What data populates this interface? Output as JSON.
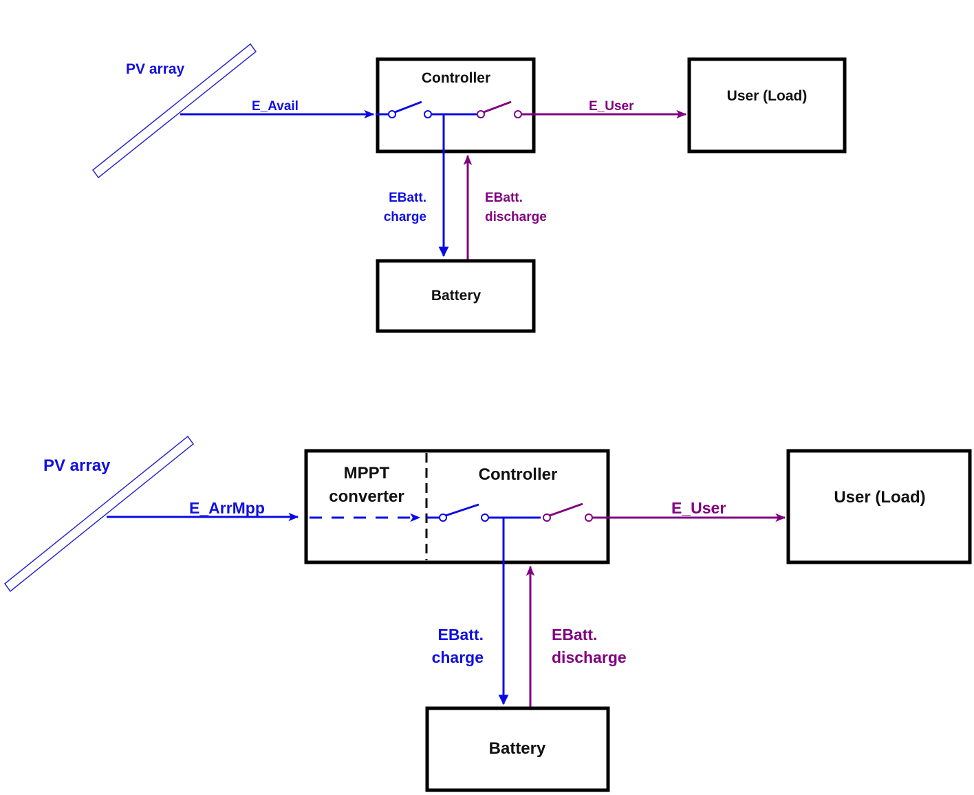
{
  "colors": {
    "charge_flow": "#0a0ae6",
    "discharge_flow": "#800080",
    "box_border": "#000000",
    "pv_outline": "#2a2acc",
    "background": "#ffffff"
  },
  "diagrams": [
    {
      "name": "without-mppt",
      "pv_label": "PV array",
      "input_flow_label": "E_Avail",
      "controller_label": "Controller",
      "user_label": "User (Load)",
      "user_flow_label": "E_User",
      "battery_label": "Battery",
      "charge_label_line1": "EBatt.",
      "charge_label_line2": "charge",
      "discharge_label_line1": "EBatt.",
      "discharge_label_line2": "discharge"
    },
    {
      "name": "with-mppt",
      "pv_label": "PV array",
      "input_flow_label": "E_ArrMpp",
      "mppt_label_line1": "MPPT",
      "mppt_label_line2": "converter",
      "controller_label": "Controller",
      "user_label": "User (Load)",
      "user_flow_label": "E_User",
      "battery_label": "Battery",
      "charge_label_line1": "EBatt.",
      "charge_label_line2": "charge",
      "discharge_label_line1": "EBatt.",
      "discharge_label_line2": "discharge"
    }
  ]
}
